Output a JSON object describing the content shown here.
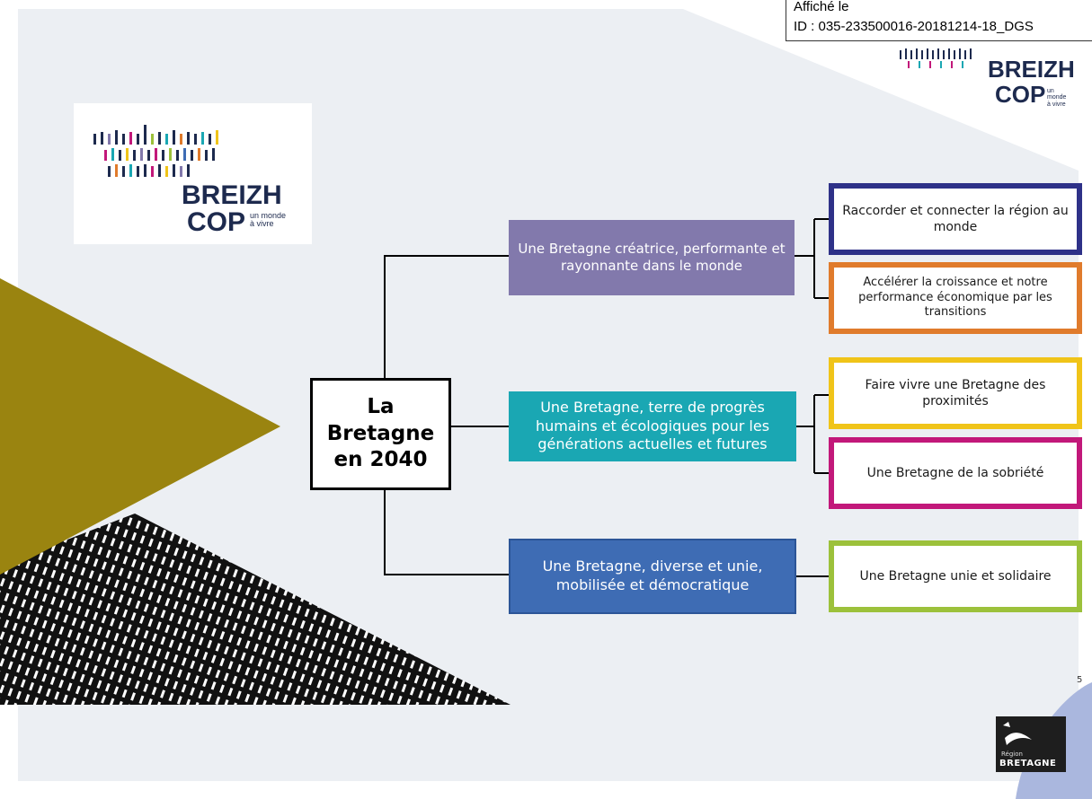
{
  "stamp": {
    "line1": "Affiché le",
    "line2": "ID : 035-233500016-20181214-18_DGS"
  },
  "logo": {
    "brand_line1": "BREIZH",
    "brand_line2": "COP",
    "tagline_line1": "un monde",
    "tagline_line2": "à vivre"
  },
  "diagram": {
    "root": "La Bretagne en 2040",
    "pillars": [
      {
        "label": "Une Bretagne créatrice, performante et rayonnante dans le monde",
        "color": "#8279ac",
        "children": [
          {
            "label": "Raccorder et connecter la région au monde",
            "color": "#2e3188"
          },
          {
            "label": "Accélérer la croissance et notre performance économique par les transitions",
            "color": "#e07b2c"
          }
        ]
      },
      {
        "label": "Une Bretagne, terre de progrès humains et écologiques pour les générations actuelles et futures",
        "color": "#1aa7b3",
        "children": [
          {
            "label": "Faire vivre une Bretagne des proximités",
            "color": "#f0c419"
          },
          {
            "label": "Une Bretagne de la sobriété",
            "color": "#c2187a"
          }
        ]
      },
      {
        "label": "Une Bretagne, diverse et unie, mobilisée et démocratique",
        "color": "#3e6cb4",
        "children": [
          {
            "label": "Une Bretagne unie et solidaire",
            "color": "#9cc13b"
          }
        ]
      }
    ]
  },
  "footer": {
    "page_number": "5",
    "region_small": "Région",
    "region_name": "BRETAGNE"
  },
  "colors": {
    "background": "#eceff3",
    "olive_triangle": "#9a8410",
    "connector": "#000000"
  }
}
